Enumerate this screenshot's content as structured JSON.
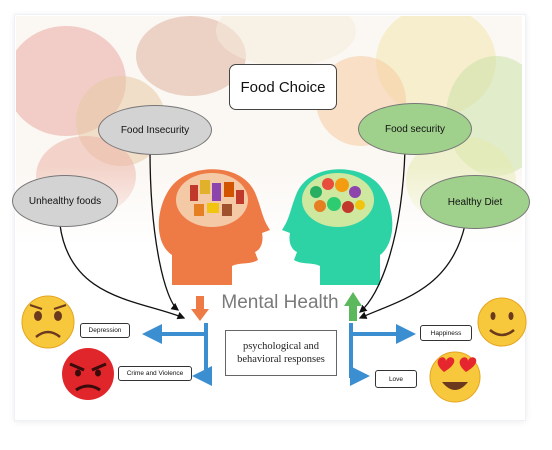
{
  "title": "Food Choice",
  "ellipses": {
    "food_insecurity": "Food Insecurity",
    "unhealthy_foods": "Unhealthy foods",
    "food_security": "Food security",
    "healthy_diet": "Healthy Diet"
  },
  "center_label": "Mental Health",
  "responses": "psychological and behavioral responses",
  "outcomes": {
    "depression": "Depression",
    "crime_violence": "Crime and Violence",
    "happiness": "Happiness",
    "love": "Love"
  },
  "colors": {
    "orange_head": "#ee7a45",
    "teal_head": "#2ed3a5",
    "blue_arrow": "#3b8fd0",
    "green_ellipse": "#9fd18c",
    "grey_ellipse": "#d3d3d3"
  },
  "icons": [
    "sad-emoji-icon",
    "angry-emoji-icon",
    "smiling-emoji-icon",
    "heart-eyes-emoji-icon",
    "down-arrow-icon",
    "up-arrow-icon"
  ]
}
